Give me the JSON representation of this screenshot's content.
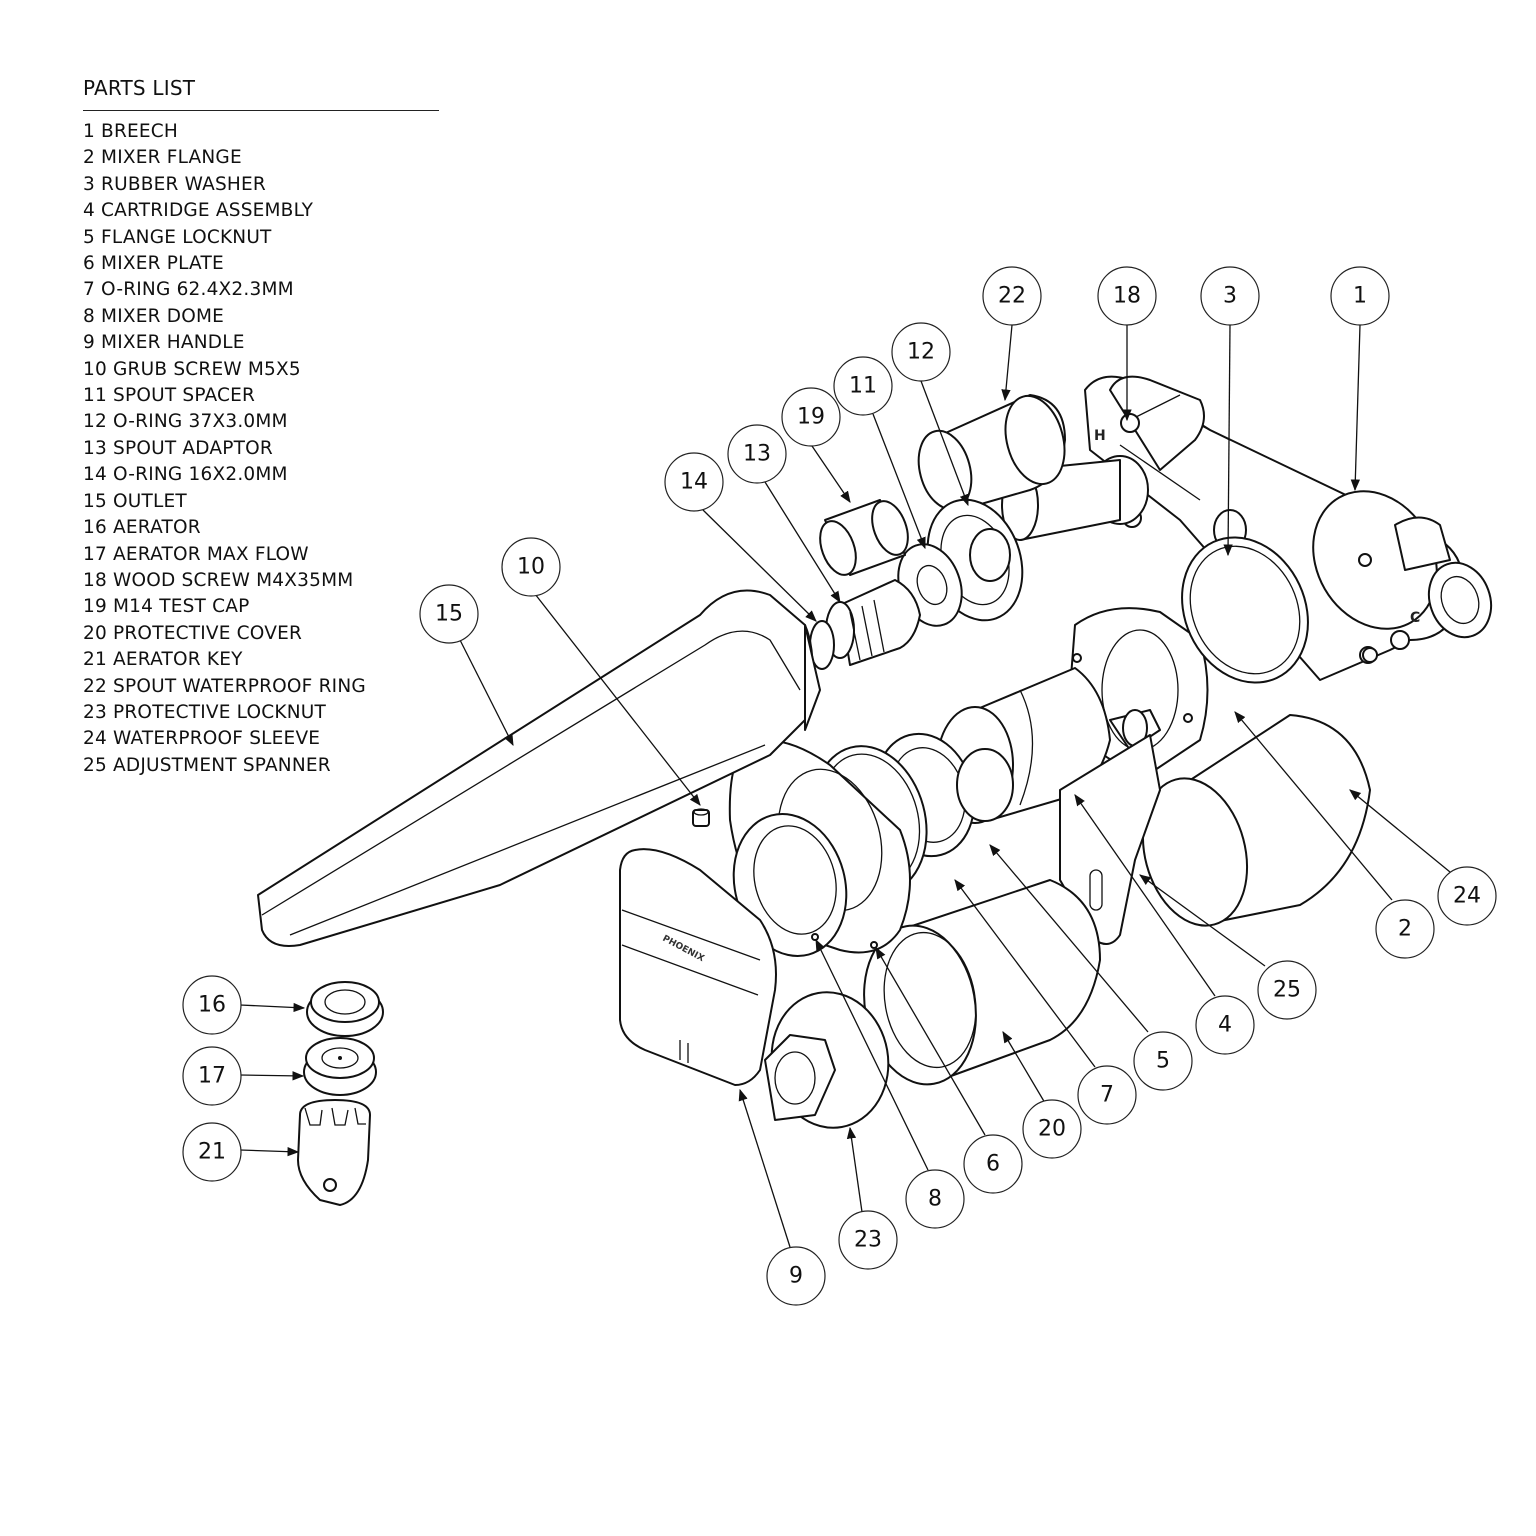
{
  "parts_list": {
    "title": "PARTS LIST",
    "items": [
      "1 BREECH",
      "2 MIXER FLANGE",
      "3 RUBBER WASHER",
      "4 CARTRIDGE ASSEMBLY",
      "5 FLANGE LOCKNUT",
      "6 MIXER PLATE",
      "7 O-RING 62.4X2.3MM",
      "8 MIXER DOME",
      "9 MIXER HANDLE",
      "10 GRUB SCREW M5X5",
      "11 SPOUT SPACER",
      "12 O-RING 37X3.0MM",
      "13 SPOUT ADAPTOR",
      "14 O-RING 16X2.0MM",
      "15 OUTLET",
      "16 AERATOR",
      "17 AERATOR MAX FLOW",
      "18 WOOD SCREW M4X35MM",
      "19 M14 TEST CAP",
      "20 PROTECTIVE COVER",
      "21 AERATOR KEY",
      "22 SPOUT WATERPROOF RING",
      "23 PROTECTIVE LOCKNUT",
      "24 WATERPROOF SLEEVE",
      "25 ADJUSTMENT SPANNER"
    ]
  },
  "callouts": {
    "c1": "1",
    "c2": "2",
    "c3": "3",
    "c4": "4",
    "c5": "5",
    "c6": "6",
    "c7": "7",
    "c8": "8",
    "c9": "9",
    "c10": "10",
    "c11": "11",
    "c12": "12",
    "c13": "13",
    "c14": "14",
    "c15": "15",
    "c16": "16",
    "c17": "17",
    "c18": "18",
    "c19": "19",
    "c20": "20",
    "c21": "21",
    "c22": "22",
    "c23": "23",
    "c24": "24",
    "c25": "25"
  },
  "markings": {
    "brand": "PHOENIX",
    "hot": "H",
    "cold": "C"
  }
}
